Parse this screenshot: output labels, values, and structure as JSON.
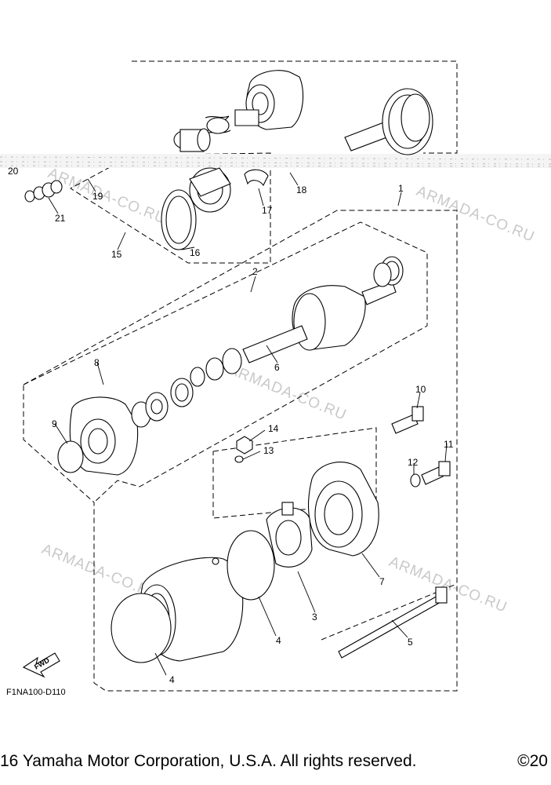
{
  "diagram": {
    "code": "F1NA100-D110",
    "fwd_label": "FWD",
    "watermark": "ARMADA-CO.RU",
    "parts": [
      {
        "id": "p1",
        "label": "1"
      },
      {
        "id": "p2",
        "label": "2"
      },
      {
        "id": "p3",
        "label": "3"
      },
      {
        "id": "p4a",
        "label": "4"
      },
      {
        "id": "p4b",
        "label": "4"
      },
      {
        "id": "p5",
        "label": "5"
      },
      {
        "id": "p6",
        "label": "6"
      },
      {
        "id": "p7",
        "label": "7"
      },
      {
        "id": "p8",
        "label": "8"
      },
      {
        "id": "p9",
        "label": "9"
      },
      {
        "id": "p10",
        "label": "10"
      },
      {
        "id": "p11",
        "label": "11"
      },
      {
        "id": "p12",
        "label": "12"
      },
      {
        "id": "p13",
        "label": "13"
      },
      {
        "id": "p14",
        "label": "14"
      },
      {
        "id": "p15",
        "label": "15"
      },
      {
        "id": "p16",
        "label": "16"
      },
      {
        "id": "p17",
        "label": "17"
      },
      {
        "id": "p18",
        "label": "18"
      },
      {
        "id": "p19",
        "label": "19"
      },
      {
        "id": "p20",
        "label": "20"
      },
      {
        "id": "p21",
        "label": "21"
      }
    ]
  },
  "footer": {
    "copyright_left": "16 Yamaha Motor Corporation, U.S.A. All rights reserved.",
    "copyright_right": "©20"
  }
}
